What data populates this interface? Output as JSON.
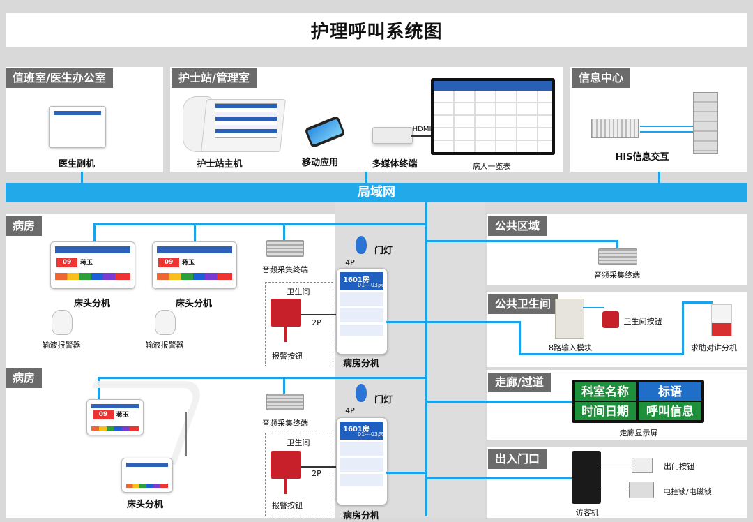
{
  "title": "护理呼叫系统图",
  "network": {
    "lan_label": "局域网",
    "hdmi_label": "HDMI",
    "wire_4p": "4P",
    "wire_2p": "2P"
  },
  "sections": {
    "duty_room": {
      "label": "值班室/医生办公室",
      "device": "医生副机"
    },
    "nurse_station": {
      "label": "护士站/管理室",
      "master": "护士站主机",
      "mobile": "移动应用",
      "media_terminal": "多媒体终端",
      "patient_list": "病人一览表"
    },
    "info_center": {
      "label": "信息中心",
      "device": "HIS信息交互"
    },
    "ward1": {
      "label": "病房",
      "bed_unit_1": "床头分机",
      "bed_unit_2": "床头分机",
      "infusion_1": "输液报警器",
      "infusion_2": "输液报警器",
      "audio": "音频采集终端",
      "bathroom": "卫生间",
      "alarm_button": "报警按钮",
      "door_light": "门灯",
      "room_unit": "病房分机",
      "room_no": "1601房",
      "bed_range": "01---03床",
      "bed_num": "09",
      "bed_name": "蒋玉"
    },
    "ward2": {
      "label": "病房",
      "bed_unit": "床头分机",
      "audio": "音频采集终端",
      "bathroom": "卫生间",
      "alarm_button": "报警按钮",
      "door_light": "门灯",
      "room_unit": "病房分机",
      "room_no": "1601房",
      "bed_range": "01---03床",
      "bed_num": "09",
      "bed_name": "蒋玉"
    },
    "public_area": {
      "label": "公共区域",
      "audio": "音频采集终端"
    },
    "public_toilet": {
      "label": "公共卫生间",
      "input_module": "8路输入模块",
      "toilet_button": "卫生间按钮",
      "help_intercom": "求助对讲分机"
    },
    "corridor": {
      "label": "走廊/过道",
      "cells": [
        "科室名称",
        "标语",
        "时间日期",
        "呼叫信息"
      ],
      "display": "走廊显示屏"
    },
    "entrance": {
      "label": "出入门口",
      "visitor": "访客机",
      "exit_button": "出门按钮",
      "lock": "电控锁/电磁锁"
    }
  },
  "colors": {
    "bus": "#1aa3e8",
    "label_bg": "#6b6b6b",
    "led_green": "#1e8f3a",
    "led_blue": "#1f6fc8"
  }
}
